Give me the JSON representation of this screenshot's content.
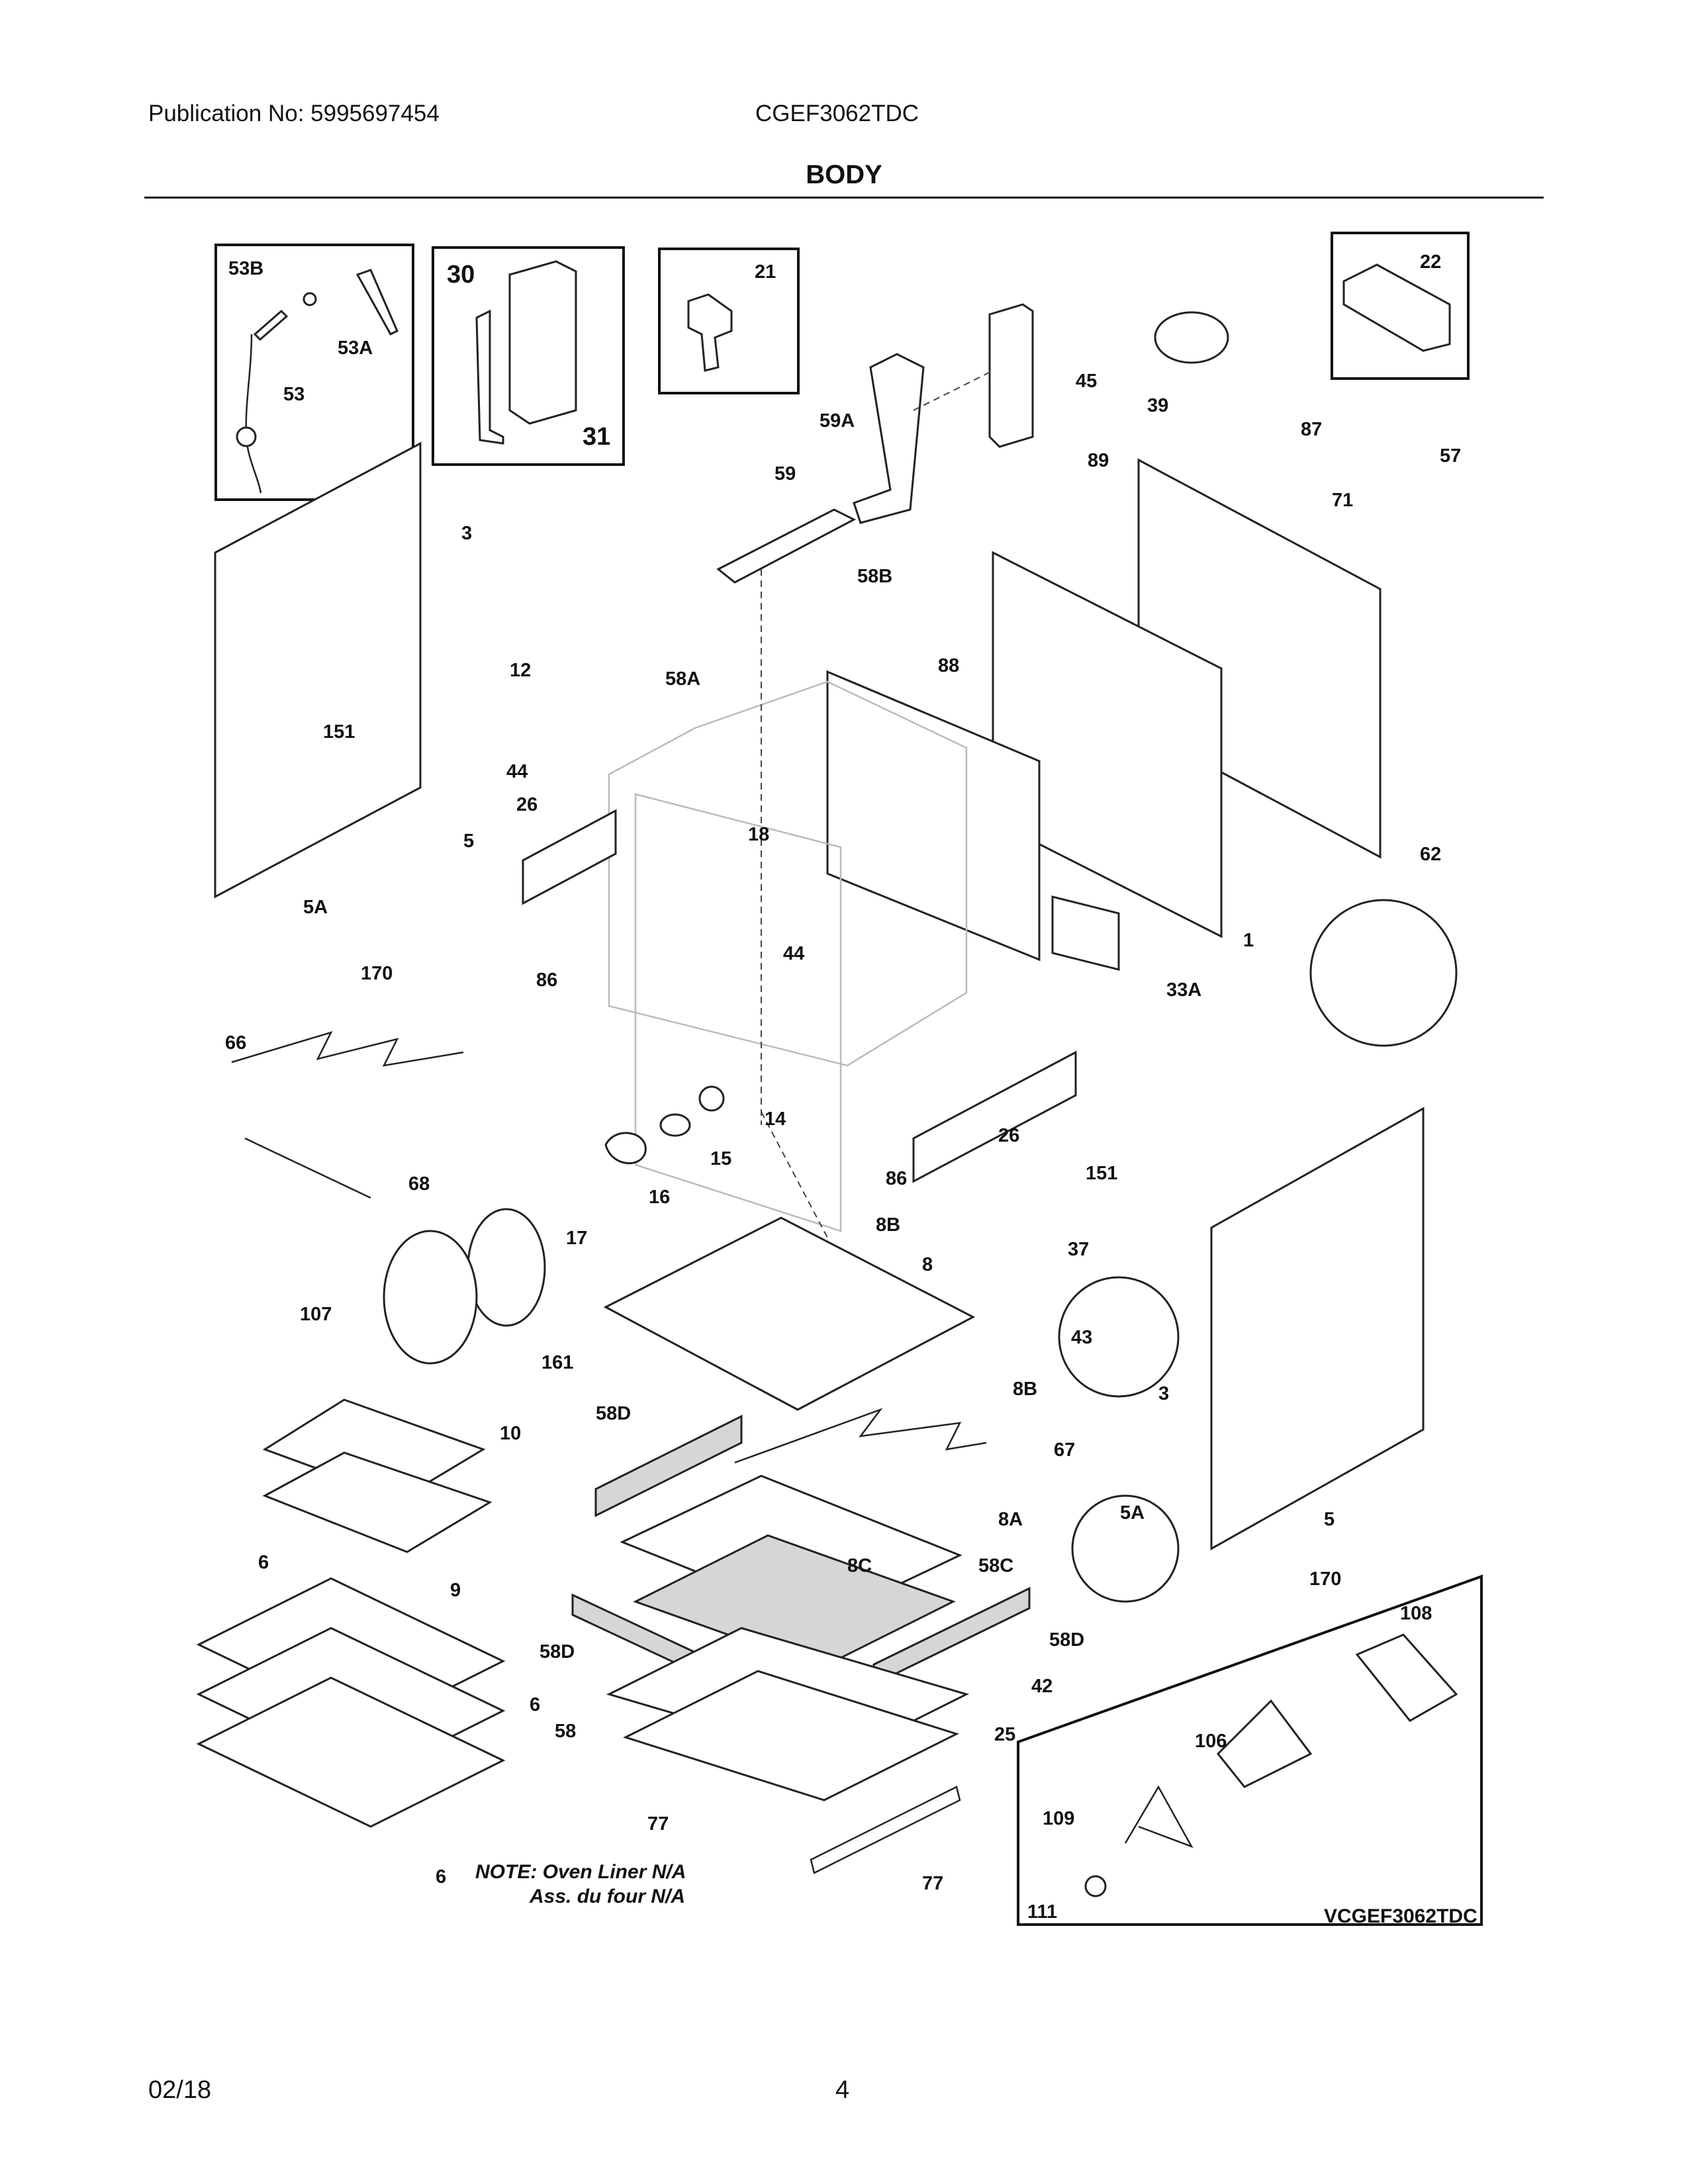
{
  "header": {
    "publication": "Publication No: 5995697454",
    "model": "CGEF3062TDC",
    "title": "BODY"
  },
  "footer": {
    "date": "02/18",
    "page": "4"
  },
  "diagram": {
    "code": "VCGEF3062TDC",
    "note_line1": "NOTE: Oven Liner N/A",
    "note_line2": "Ass. du four N/A",
    "callouts": [
      "53B",
      "53A",
      "53",
      "30",
      "31",
      "21",
      "22",
      "45",
      "39",
      "59A",
      "59",
      "87",
      "57",
      "89",
      "71",
      "3",
      "151",
      "58B",
      "88",
      "12",
      "58A",
      "44",
      "26",
      "18",
      "5",
      "5A",
      "170",
      "86",
      "44",
      "1",
      "62",
      "33A",
      "66",
      "68",
      "14",
      "15",
      "16",
      "17",
      "86",
      "26",
      "151",
      "37",
      "161",
      "107",
      "8B",
      "8",
      "43",
      "8B",
      "3",
      "10",
      "9",
      "58D",
      "67",
      "8A",
      "5A",
      "5",
      "8C",
      "58C",
      "6",
      "58D",
      "58D",
      "170",
      "108",
      "6",
      "42",
      "58",
      "25",
      "106",
      "109",
      "77",
      "77",
      "111",
      "6"
    ]
  }
}
